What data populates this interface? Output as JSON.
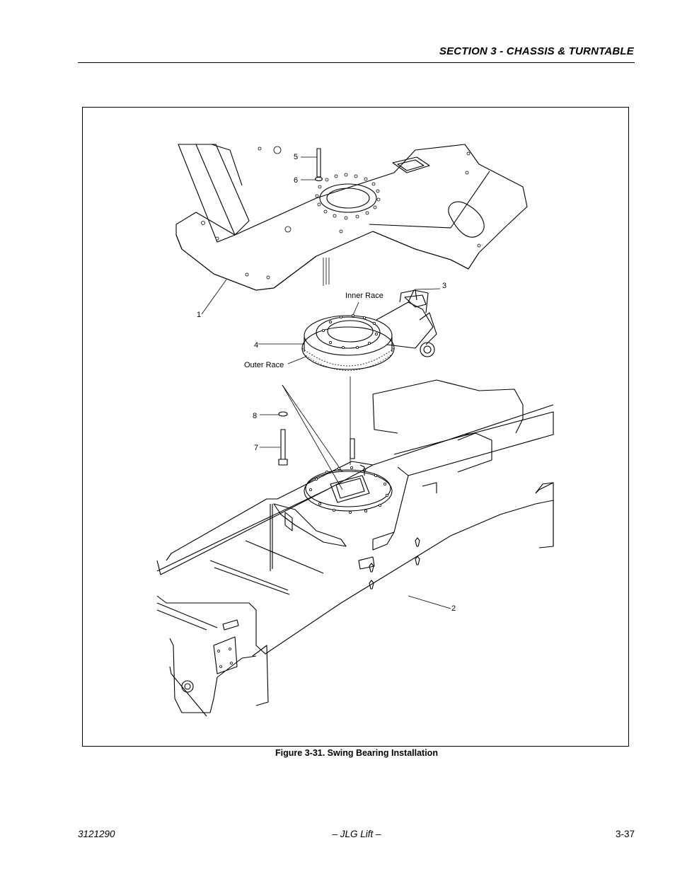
{
  "header": {
    "section_title": "SECTION 3 - CHASSIS & TURNTABLE"
  },
  "figure": {
    "caption": "Figure 3-31.  Swing Bearing Installation",
    "callouts": {
      "c1": "1",
      "c2": "2",
      "c3": "3",
      "c4": "4",
      "c5": "5",
      "c6": "6",
      "c7": "7",
      "c8": "8",
      "inner_race": "Inner Race",
      "outer_race": "Outer Race"
    }
  },
  "footer": {
    "doc_number": "3121290",
    "publisher": "– JLG Lift –",
    "page_number": "3-37"
  }
}
